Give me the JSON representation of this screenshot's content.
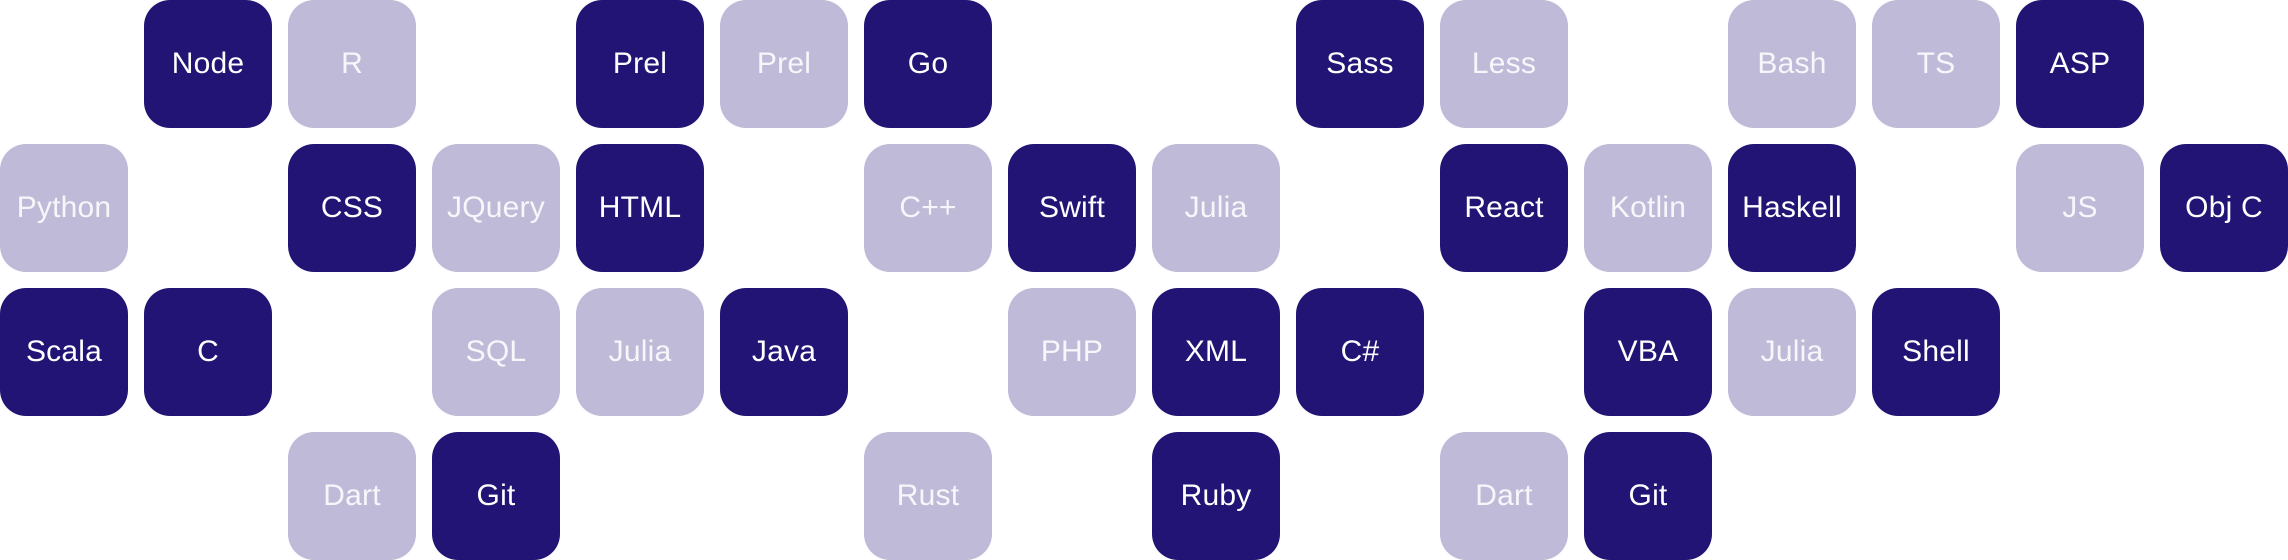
{
  "colors": {
    "selected_tile": "#211475",
    "unselected_tile": "#BFBAD7",
    "text": "#FFFFFF",
    "background": "#FFFFFF"
  },
  "grid": {
    "rows": 4,
    "columns": 16,
    "tiles": [
      {
        "label": "Node",
        "row": 0,
        "col": 1,
        "selected": true
      },
      {
        "label": "R",
        "row": 0,
        "col": 2,
        "selected": false
      },
      {
        "label": "Prel",
        "row": 0,
        "col": 4,
        "selected": true
      },
      {
        "label": "Prel",
        "row": 0,
        "col": 5,
        "selected": false
      },
      {
        "label": "Go",
        "row": 0,
        "col": 6,
        "selected": true
      },
      {
        "label": "Sass",
        "row": 0,
        "col": 9,
        "selected": true
      },
      {
        "label": "Less",
        "row": 0,
        "col": 10,
        "selected": false
      },
      {
        "label": "Bash",
        "row": 0,
        "col": 12,
        "selected": false
      },
      {
        "label": "TS",
        "row": 0,
        "col": 13,
        "selected": false
      },
      {
        "label": "ASP",
        "row": 0,
        "col": 14,
        "selected": true
      },
      {
        "label": "Python",
        "row": 1,
        "col": 0,
        "selected": false
      },
      {
        "label": "CSS",
        "row": 1,
        "col": 2,
        "selected": true
      },
      {
        "label": "JQuery",
        "row": 1,
        "col": 3,
        "selected": false
      },
      {
        "label": "HTML",
        "row": 1,
        "col": 4,
        "selected": true
      },
      {
        "label": "C++",
        "row": 1,
        "col": 6,
        "selected": false
      },
      {
        "label": "Swift",
        "row": 1,
        "col": 7,
        "selected": true
      },
      {
        "label": "Julia",
        "row": 1,
        "col": 8,
        "selected": false
      },
      {
        "label": "React",
        "row": 1,
        "col": 10,
        "selected": true
      },
      {
        "label": "Kotlin",
        "row": 1,
        "col": 11,
        "selected": false
      },
      {
        "label": "Haskell",
        "row": 1,
        "col": 12,
        "selected": true
      },
      {
        "label": "JS",
        "row": 1,
        "col": 14,
        "selected": false
      },
      {
        "label": "Obj C",
        "row": 1,
        "col": 15,
        "selected": true
      },
      {
        "label": "Scala",
        "row": 2,
        "col": 0,
        "selected": true
      },
      {
        "label": "C",
        "row": 2,
        "col": 1,
        "selected": true
      },
      {
        "label": "SQL",
        "row": 2,
        "col": 3,
        "selected": false
      },
      {
        "label": "Julia",
        "row": 2,
        "col": 4,
        "selected": false
      },
      {
        "label": "Java",
        "row": 2,
        "col": 5,
        "selected": true
      },
      {
        "label": "PHP",
        "row": 2,
        "col": 7,
        "selected": false
      },
      {
        "label": "XML",
        "row": 2,
        "col": 8,
        "selected": true
      },
      {
        "label": "C#",
        "row": 2,
        "col": 9,
        "selected": true
      },
      {
        "label": "VBA",
        "row": 2,
        "col": 11,
        "selected": true
      },
      {
        "label": "Julia",
        "row": 2,
        "col": 12,
        "selected": false
      },
      {
        "label": "Shell",
        "row": 2,
        "col": 13,
        "selected": true
      },
      {
        "label": "Dart",
        "row": 3,
        "col": 2,
        "selected": false
      },
      {
        "label": "Git",
        "row": 3,
        "col": 3,
        "selected": true
      },
      {
        "label": "Rust",
        "row": 3,
        "col": 6,
        "selected": false
      },
      {
        "label": "Ruby",
        "row": 3,
        "col": 8,
        "selected": true
      },
      {
        "label": "Dart",
        "row": 3,
        "col": 10,
        "selected": false
      },
      {
        "label": "Git",
        "row": 3,
        "col": 11,
        "selected": true
      }
    ]
  }
}
